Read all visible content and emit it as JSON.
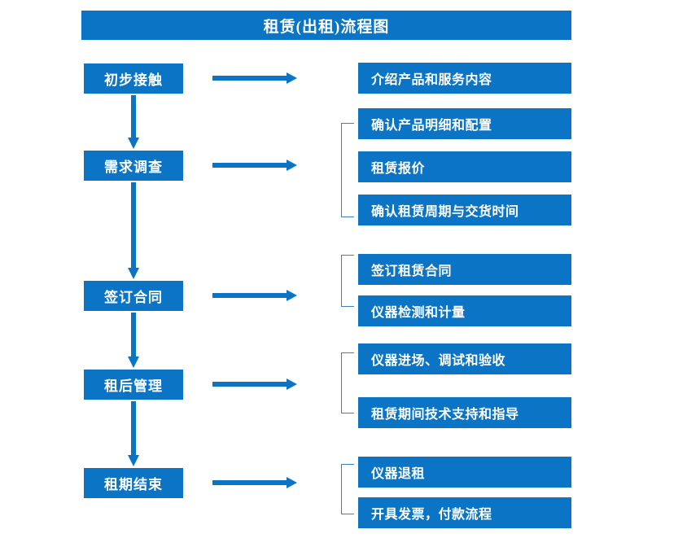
{
  "diagram": {
    "title": "租赁(出租)流程图",
    "accent_color": "#0B74C4",
    "bracket_color": "#3E7FBF",
    "text_color": "#FFFFFF",
    "background_color": "#FFFFFF"
  },
  "stages": [
    {
      "label": "初步接触"
    },
    {
      "label": "需求调查"
    },
    {
      "label": "签订合同"
    },
    {
      "label": "租后管理"
    },
    {
      "label": "租期结束"
    }
  ],
  "details": [
    {
      "label": "介绍产品和服务内容"
    },
    {
      "label": "确认产品明细和配置"
    },
    {
      "label": "租赁报价"
    },
    {
      "label": "确认租赁周期与交货时间"
    },
    {
      "label": "签订租赁合同"
    },
    {
      "label": "仪器检测和计量"
    },
    {
      "label": "仪器进场、调试和验收"
    },
    {
      "label": "租赁期间技术支持和指导"
    },
    {
      "label": "仪器退租"
    },
    {
      "label": "开具发票，付款流程"
    }
  ],
  "connectors": {
    "right_arrow_name": "stage-to-detail-arrow",
    "down_arrow_name": "stage-flow-arrow",
    "bracket_name": "detail-group-bracket"
  }
}
